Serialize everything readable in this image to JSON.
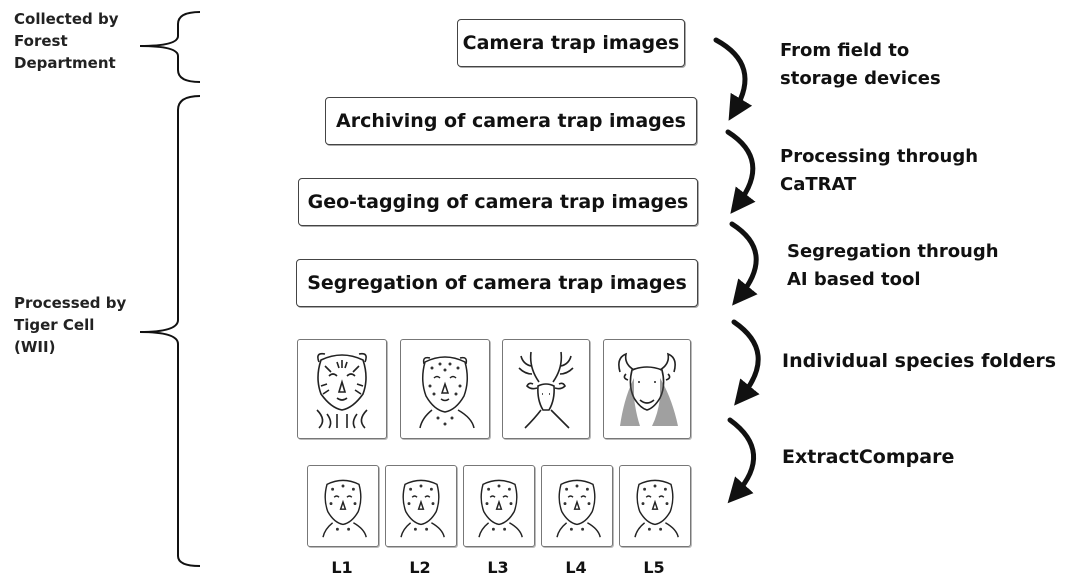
{
  "side_labels": {
    "collected": [
      "Collected by",
      "Forest",
      "Department"
    ],
    "processed": [
      "Processed by",
      "Tiger Cell",
      "(WII)"
    ]
  },
  "steps": [
    "Camera trap images",
    "Archiving of camera trap images",
    "Geo-tagging of camera trap images",
    "Segregation of camera trap images"
  ],
  "transitions": [
    [
      "From field to",
      "storage devices"
    ],
    [
      "Processing through",
      "CaTRAT"
    ],
    [
      "Segregation through",
      "AI based tool"
    ],
    [
      "Individual species folders"
    ],
    [
      "ExtractCompare"
    ]
  ],
  "species_icons": [
    "tiger-sketch-icon",
    "leopard-sketch-icon",
    "deer-sketch-icon",
    "buffalo-sketch-icon"
  ],
  "leopard_labels": [
    "L1",
    "L2",
    "L3",
    "L4",
    "L5"
  ]
}
